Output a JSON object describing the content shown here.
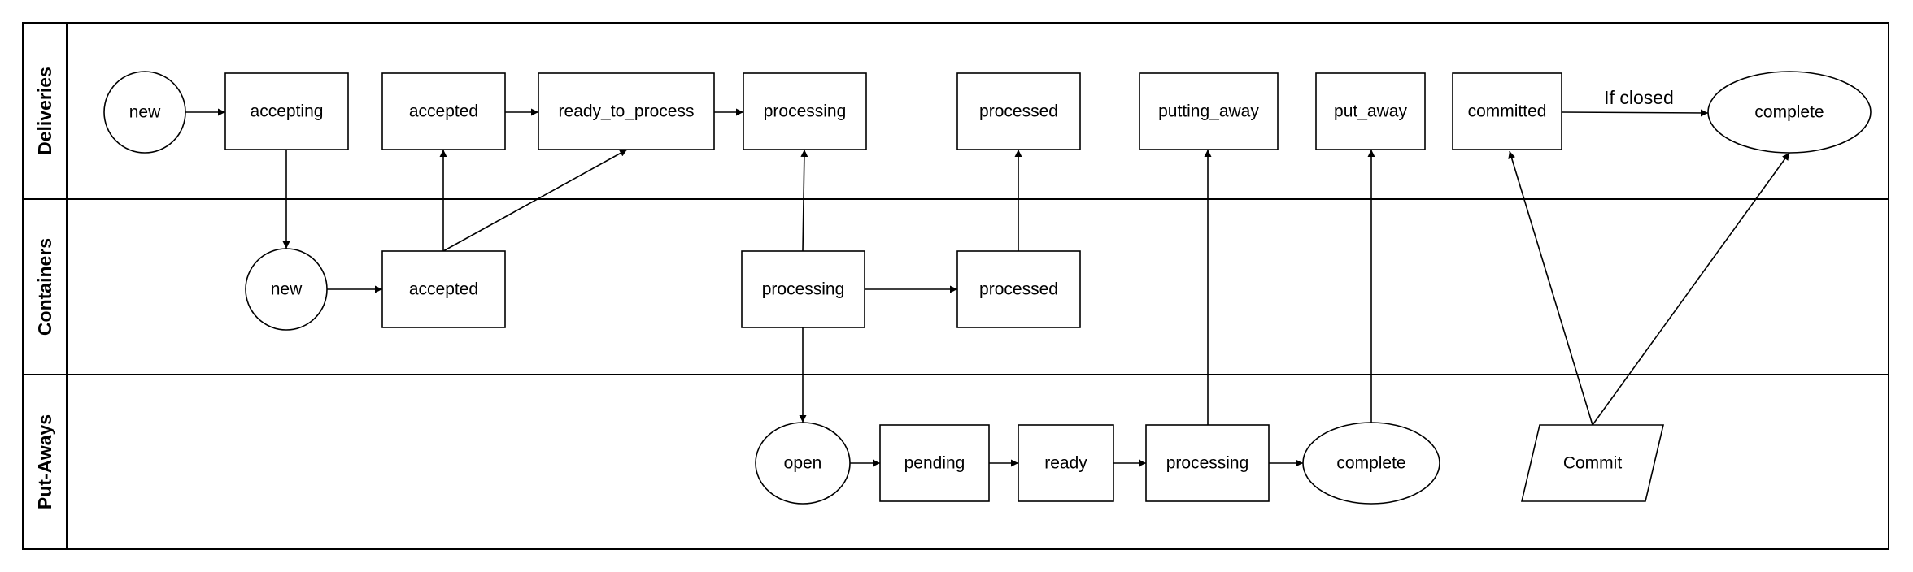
{
  "lanes": [
    {
      "id": "deliveries",
      "title": "Deliveries"
    },
    {
      "id": "containers",
      "title": "Containers"
    },
    {
      "id": "putaways",
      "title": "Put-Aways"
    }
  ],
  "nodes": [
    {
      "id": "d-new",
      "label": "new",
      "shape": "circle",
      "lane": "deliveries"
    },
    {
      "id": "d-accepting",
      "label": "accepting",
      "shape": "rect",
      "lane": "deliveries"
    },
    {
      "id": "d-accepted",
      "label": "accepted",
      "shape": "rect",
      "lane": "deliveries"
    },
    {
      "id": "d-ready",
      "label": "ready_to_process",
      "shape": "rect",
      "lane": "deliveries"
    },
    {
      "id": "d-processing",
      "label": "processing",
      "shape": "rect",
      "lane": "deliveries"
    },
    {
      "id": "d-processed",
      "label": "processed",
      "shape": "rect",
      "lane": "deliveries"
    },
    {
      "id": "d-putting-away",
      "label": "putting_away",
      "shape": "rect",
      "lane": "deliveries"
    },
    {
      "id": "d-put-away",
      "label": "put_away",
      "shape": "rect",
      "lane": "deliveries"
    },
    {
      "id": "d-committed",
      "label": "committed",
      "shape": "rect",
      "lane": "deliveries"
    },
    {
      "id": "d-complete",
      "label": "complete",
      "shape": "ellipse",
      "lane": "deliveries"
    },
    {
      "id": "c-new",
      "label": "new",
      "shape": "circle",
      "lane": "containers"
    },
    {
      "id": "c-accepted",
      "label": "accepted",
      "shape": "rect",
      "lane": "containers"
    },
    {
      "id": "c-processing",
      "label": "processing",
      "shape": "rect",
      "lane": "containers"
    },
    {
      "id": "c-processed",
      "label": "processed",
      "shape": "rect",
      "lane": "containers"
    },
    {
      "id": "p-open",
      "label": "open",
      "shape": "ellipse",
      "lane": "putaways"
    },
    {
      "id": "p-pending",
      "label": "pending",
      "shape": "rect",
      "lane": "putaways"
    },
    {
      "id": "p-ready",
      "label": "ready",
      "shape": "rect",
      "lane": "putaways"
    },
    {
      "id": "p-processing",
      "label": "processing",
      "shape": "rect",
      "lane": "putaways"
    },
    {
      "id": "p-complete",
      "label": "complete",
      "shape": "ellipse",
      "lane": "putaways"
    },
    {
      "id": "p-commit",
      "label": "Commit",
      "shape": "parallelogram",
      "lane": "putaways"
    }
  ],
  "edges": [
    {
      "from": "d-new",
      "to": "d-accepting",
      "label": ""
    },
    {
      "from": "d-accepted",
      "to": "d-ready",
      "label": ""
    },
    {
      "from": "d-ready",
      "to": "d-processing",
      "label": ""
    },
    {
      "from": "d-committed",
      "to": "d-complete",
      "label": "If closed"
    },
    {
      "from": "d-accepting",
      "to": "c-new",
      "label": ""
    },
    {
      "from": "c-new",
      "to": "c-accepted",
      "label": ""
    },
    {
      "from": "c-accepted",
      "to": "d-accepted",
      "label": ""
    },
    {
      "from": "c-accepted",
      "to": "d-ready",
      "label": ""
    },
    {
      "from": "c-processing",
      "to": "d-processing",
      "label": ""
    },
    {
      "from": "c-processing",
      "to": "c-processed",
      "label": ""
    },
    {
      "from": "c-processed",
      "to": "d-processed",
      "label": ""
    },
    {
      "from": "c-processing",
      "to": "p-open",
      "label": ""
    },
    {
      "from": "p-open",
      "to": "p-pending",
      "label": ""
    },
    {
      "from": "p-pending",
      "to": "p-ready",
      "label": ""
    },
    {
      "from": "p-ready",
      "to": "p-processing",
      "label": ""
    },
    {
      "from": "p-processing",
      "to": "p-complete",
      "label": ""
    },
    {
      "from": "p-processing",
      "to": "d-putting-away",
      "label": ""
    },
    {
      "from": "p-complete",
      "to": "d-put-away",
      "label": ""
    },
    {
      "from": "p-commit",
      "to": "d-committed",
      "label": ""
    },
    {
      "from": "p-commit",
      "to": "d-complete",
      "label": ""
    }
  ]
}
